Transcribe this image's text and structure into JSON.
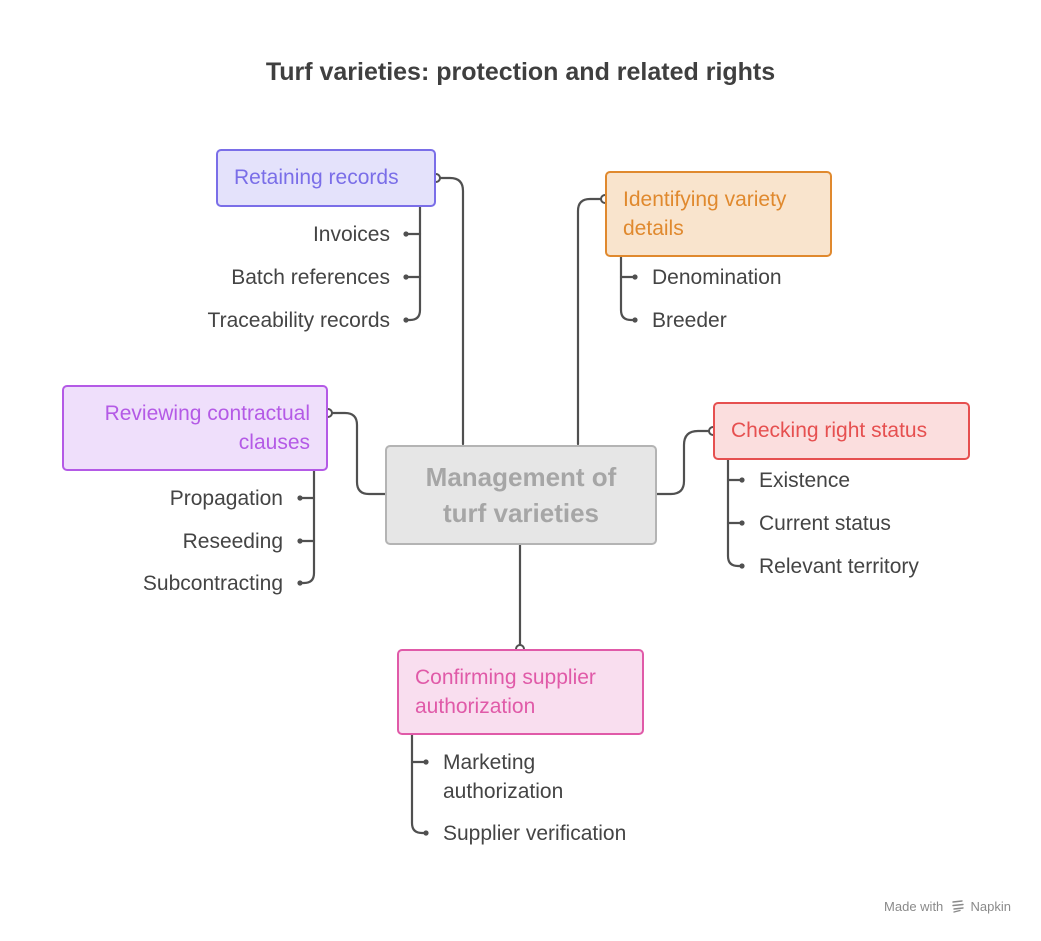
{
  "title": "Turf varieties: protection and related rights",
  "center": {
    "line1": "Management of",
    "line2": "turf varieties"
  },
  "branches": {
    "records": {
      "label": "Retaining records",
      "items": [
        "Invoices",
        "Batch references",
        "Traceability records"
      ]
    },
    "variety": {
      "label_line1": "Identifying variety",
      "label_line2": "details",
      "items": [
        "Denomination",
        "Breeder"
      ]
    },
    "clauses": {
      "label_line1": "Reviewing contractual",
      "label_line2": "clauses",
      "items": [
        "Propagation",
        "Reseeding",
        "Subcontracting"
      ]
    },
    "status": {
      "label": "Checking right status",
      "items": [
        "Existence",
        "Current status",
        "Relevant territory"
      ]
    },
    "supplier": {
      "label_line1": "Confirming supplier",
      "label_line2": "authorization",
      "items": [
        "Marketing authorization",
        "Supplier verification"
      ],
      "item0_line1": "Marketing",
      "item0_line2": "authorization"
    }
  },
  "footer": {
    "made_with": "Made with",
    "brand": "Napkin"
  },
  "colors": {
    "records": "#7a6ee8",
    "variety": "#e0892e",
    "clauses": "#b45ae6",
    "status": "#e65050",
    "supplier": "#e05aa8",
    "center": "#a6a6a6",
    "line": "#505050"
  }
}
